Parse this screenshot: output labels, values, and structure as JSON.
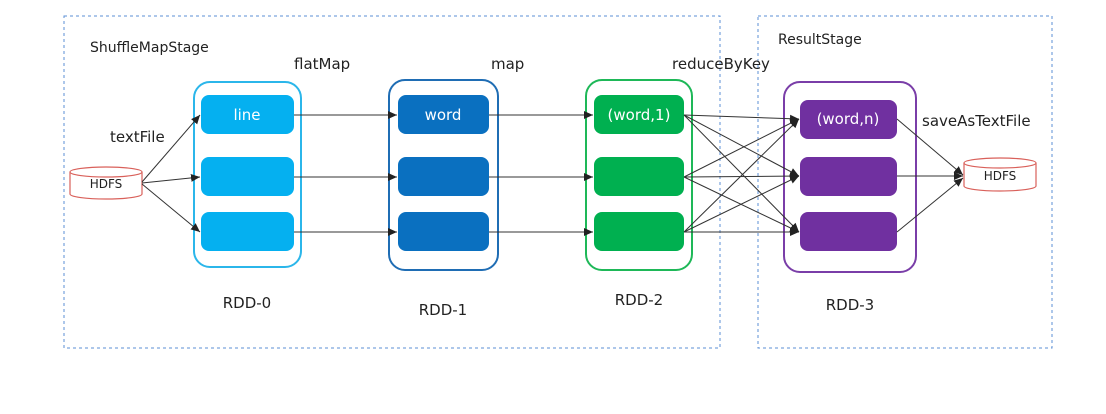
{
  "stages": [
    {
      "id": "shuffle",
      "label": "ShuffleMapStage"
    },
    {
      "id": "result",
      "label": "ResultStage"
    }
  ],
  "operations": {
    "textFile": "textFile",
    "flatMap": "flatMap",
    "map": "map",
    "reduceByKey": "reduceByKey",
    "saveAsTextFile": "saveAsTextFile"
  },
  "sources": {
    "input": "HDFS",
    "output": "HDFS"
  },
  "rdds": [
    {
      "label": "RDD-0",
      "first_cell": "line",
      "border": "#2bb6ea",
      "fill": "#05b0f0"
    },
    {
      "label": "RDD-1",
      "first_cell": "word",
      "border": "#1f6db4",
      "fill": "#0a70c0"
    },
    {
      "label": "RDD-2",
      "first_cell": "(word,1)",
      "border": "#1eb858",
      "fill": "#00b050"
    },
    {
      "label": "RDD-3",
      "first_cell": "(word,n)",
      "border": "#7a3ea8",
      "fill": "#7030a0"
    }
  ],
  "colors": {
    "stage_border": "#5b8fd6",
    "arrow": "#333333",
    "hdfs_stroke": "#d9605a"
  }
}
